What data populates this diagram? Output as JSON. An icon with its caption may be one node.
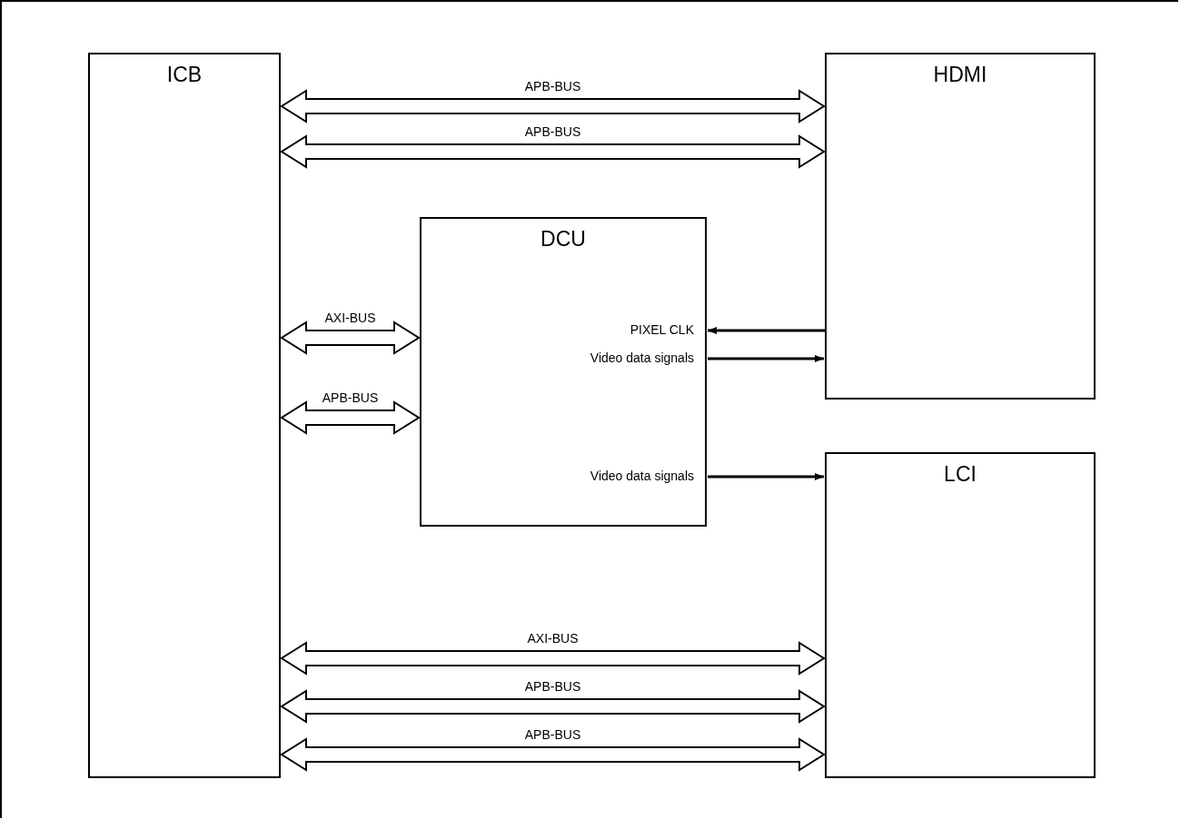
{
  "diagram": {
    "nodes": [
      {
        "text": [
          "ICB"
        ]
      },
      {
        "text": [
          "HDMI"
        ]
      },
      {
        "text": [
          "DCU"
        ]
      },
      {
        "text": [
          "LCI"
        ]
      }
    ],
    "edges": [
      {
        "from": 0,
        "to": 1,
        "arrow": "both",
        "label": "APB-BUS"
      },
      {
        "from": 0,
        "to": 1,
        "arrow": "both",
        "label": "APB-BUS"
      },
      {
        "from": 0,
        "to": 2,
        "arrow": "both",
        "label": "AXI-BUS"
      },
      {
        "from": 0,
        "to": 2,
        "arrow": "both",
        "label": "APB-BUS"
      },
      {
        "from": 1,
        "to": 2,
        "arrow": "to",
        "label": "PIXEL CLK"
      },
      {
        "from": 2,
        "to": 1,
        "arrow": "to",
        "label": "Video data signals"
      },
      {
        "from": 2,
        "to": 3,
        "arrow": "to",
        "label": "Video data signals"
      },
      {
        "from": 0,
        "to": 3,
        "arrow": "both",
        "label": "AXI-BUS"
      },
      {
        "from": 0,
        "to": 3,
        "arrow": "both",
        "label": "APB-BUS"
      },
      {
        "from": 0,
        "to": 3,
        "arrow": "both",
        "label": "APB-BUS"
      }
    ]
  }
}
